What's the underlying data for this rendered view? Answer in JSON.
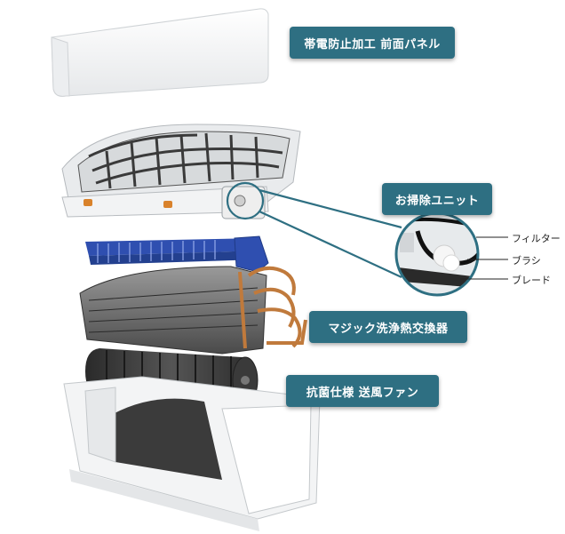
{
  "labels": {
    "front_panel": "帯電防止加工 前面パネル",
    "cleaning_unit": "お掃除ユニット",
    "heat_exchanger": "マジック洗浄熱交換器",
    "fan": "抗菌仕様 送風ファン"
  },
  "callout": {
    "filter": "フィルター",
    "brush": "ブラシ",
    "blade": "ブレード"
  },
  "colors": {
    "badge": "#2e6f82",
    "leader": "#2e6f82",
    "blue_part": "#2f4fb0",
    "copper": "#c07a3c"
  }
}
